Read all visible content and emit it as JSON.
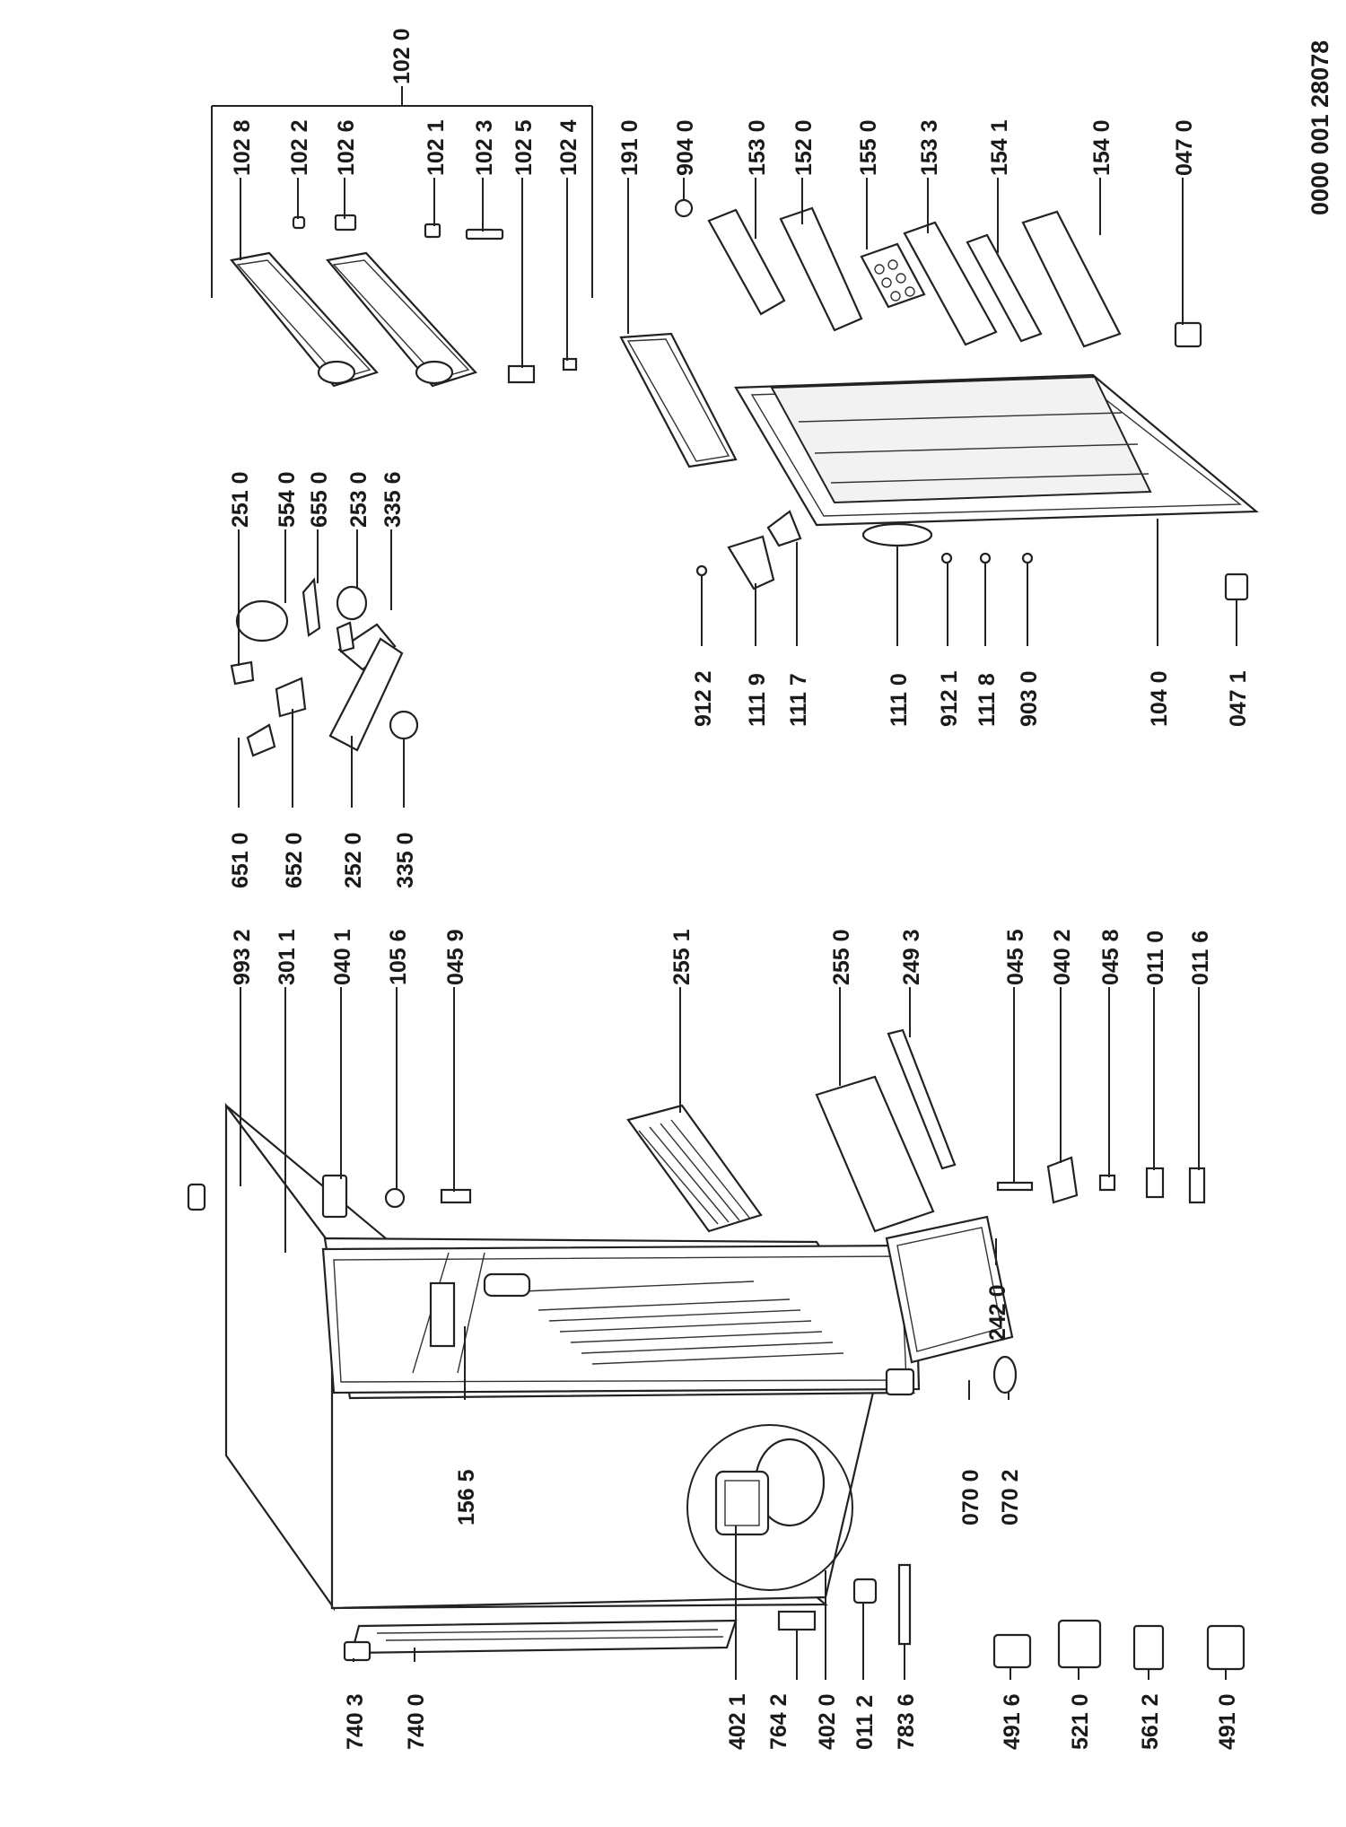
{
  "document": {
    "reference": "0000 001 28078"
  },
  "labels": {
    "p1020": "102 0",
    "p1028": "102 8",
    "p1022": "102 2",
    "p1026": "102 6",
    "p1021": "102 1",
    "p1023": "102 3",
    "p1025": "102 5",
    "p1024": "102 4",
    "p1910": "191 0",
    "p9040": "904 0",
    "p1530": "153 0",
    "p1520": "152 0",
    "p1550": "155 0",
    "p1533": "153 3",
    "p1541": "154 1",
    "p1540": "154 0",
    "p0470": "047 0",
    "p2510": "251 0",
    "p5540": "554 0",
    "p6550": "655 0",
    "p2530": "253 0",
    "p3356": "335 6",
    "p6510": "651 0",
    "p6520": "652 0",
    "p2520": "252 0",
    "p3350": "335 0",
    "p9122": "912 2",
    "p1119": "111 9",
    "p1117": "111 7",
    "p1110": "111 0",
    "p9121": "912 1",
    "p1118": "111 8",
    "p9030": "903 0",
    "p1040": "104 0",
    "p0471": "047 1",
    "p9932": "993 2",
    "p3011": "301 1",
    "p0401": "040 1",
    "p1056": "105 6",
    "p0459": "045 9",
    "p2551": "255 1",
    "p2550": "255 0",
    "p2493": "249 3",
    "p0455": "045 5",
    "p0402": "040 2",
    "p0458": "045 8",
    "p0110": "011 0",
    "p0116": "011 6",
    "p2420": "242 0",
    "p1565": "156 5",
    "p0700": "070 0",
    "p0702": "070 2",
    "p7403": "740 3",
    "p7400": "740 0",
    "p4021": "402 1",
    "p7642": "764 2",
    "p4020": "402 0",
    "p0112": "011 2",
    "p7836": "783 6",
    "p4916": "491 6",
    "p5210": "521 0",
    "p5612": "561 2",
    "p4910": "491 0"
  }
}
